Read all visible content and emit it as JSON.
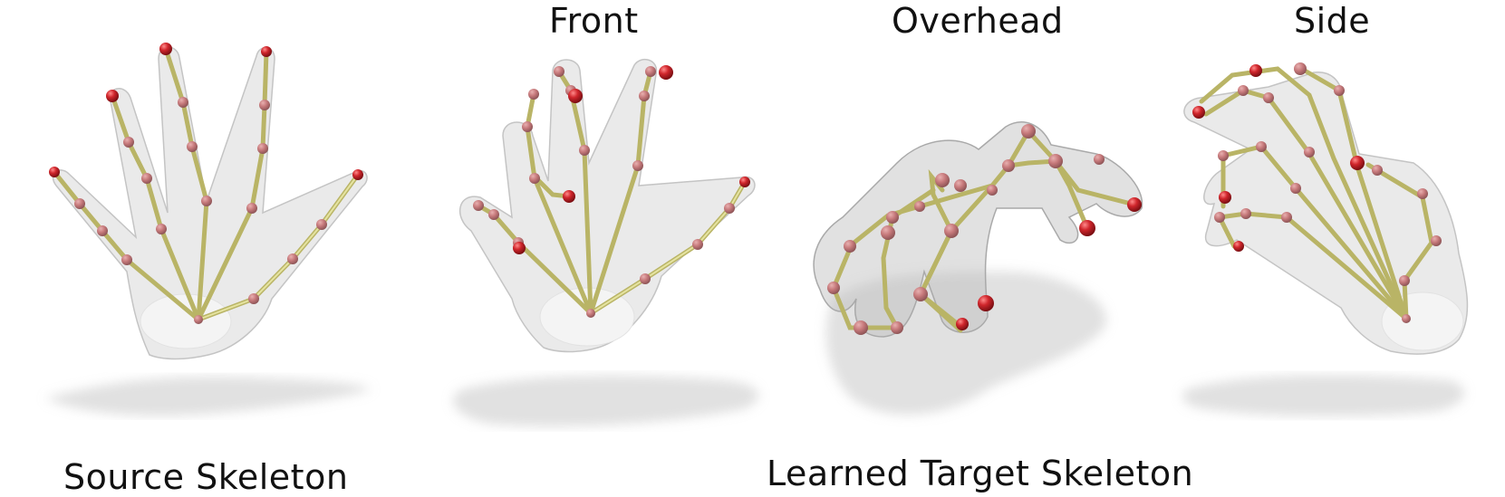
{
  "labels": {
    "front": "Front",
    "overhead": "Overhead",
    "side": "Side",
    "source": "Source Skeleton",
    "target": "Learned Target Skeleton"
  },
  "colors": {
    "joint": "#c8262b",
    "bone": "#b9b466",
    "mesh": "#d9d9d9"
  }
}
